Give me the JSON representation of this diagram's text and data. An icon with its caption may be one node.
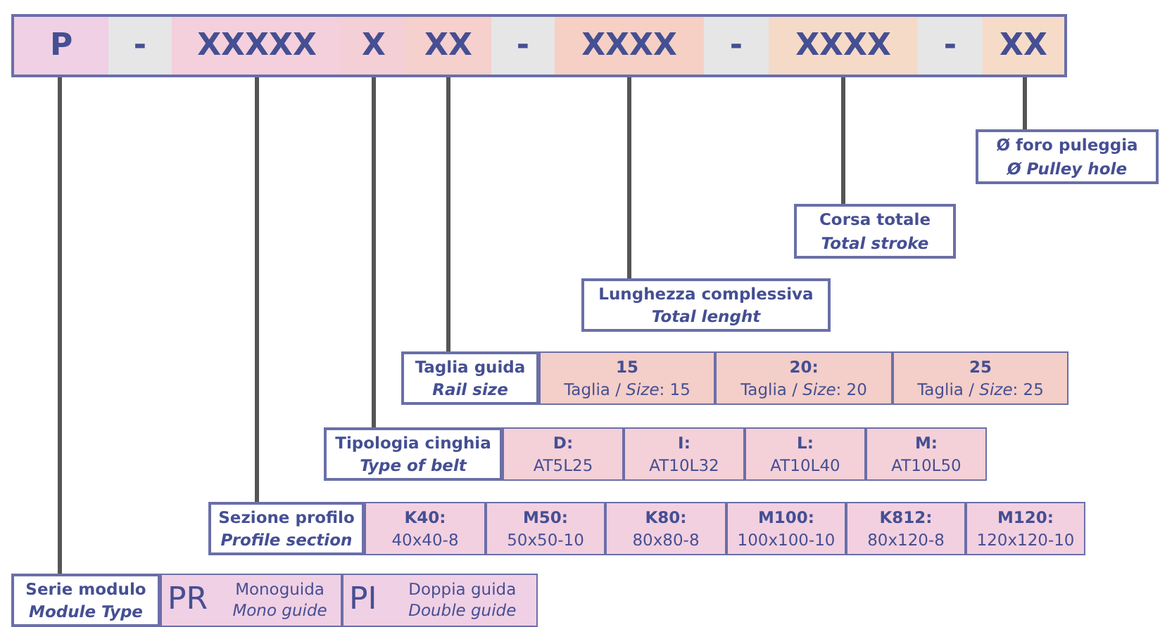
{
  "diagram": {
    "nodes": [
      {
        "text": [
          "P"
        ]
      },
      {
        "text": [
          "-"
        ]
      },
      {
        "text": [
          "XXXXX"
        ]
      },
      {
        "text": [
          "X"
        ]
      },
      {
        "text": [
          "XX"
        ]
      },
      {
        "text": [
          "-"
        ]
      },
      {
        "text": [
          "XXXX"
        ]
      },
      {
        "text": [
          "-"
        ]
      },
      {
        "text": [
          "XXXX"
        ]
      },
      {
        "text": [
          "-"
        ]
      },
      {
        "text": [
          "XX"
        ]
      },
      {
        "text": [
          "Ø foro puleggia",
          "Ø Pulley hole"
        ]
      },
      {
        "text": [
          "Corsa totale",
          "Total stroke"
        ]
      },
      {
        "text": [
          "Lunghezza complessiva",
          "Total lenght"
        ]
      },
      {
        "text": [
          "Taglia guida",
          "Rail size"
        ]
      },
      {
        "text": [
          "15",
          "Taglia / *Size*: 15"
        ]
      },
      {
        "text": [
          "20:",
          "Taglia / *Size*: 20"
        ]
      },
      {
        "text": [
          "25",
          "Taglia / *Size*: 25"
        ]
      },
      {
        "text": [
          "Tipologia cinghia",
          "Type of belt"
        ]
      },
      {
        "text": [
          "D:",
          "AT5L25"
        ]
      },
      {
        "text": [
          "I:",
          "AT10L32"
        ]
      },
      {
        "text": [
          "L:",
          "AT10L40"
        ]
      },
      {
        "text": [
          "M:",
          "AT10L50"
        ]
      },
      {
        "text": [
          "Sezione profilo",
          "Profile section"
        ]
      },
      {
        "text": [
          "K40:",
          "40x40-8"
        ]
      },
      {
        "text": [
          "M50:",
          "50x50-10"
        ]
      },
      {
        "text": [
          "K80:",
          "80x80-8"
        ]
      },
      {
        "text": [
          "M100:",
          "100x100-10"
        ]
      },
      {
        "text": [
          "K812:",
          "80x120-8"
        ]
      },
      {
        "text": [
          "M120:",
          "120x120-10"
        ]
      },
      {
        "text": [
          "Serie modulo",
          "Module Type"
        ]
      },
      {
        "text": [
          "PR",
          "Monoguida",
          "Mono guide"
        ]
      },
      {
        "text": [
          "PI",
          "Doppia guida",
          "Double guide"
        ]
      }
    ],
    "edges": [
      {
        "from": 10,
        "to": 11,
        "arrow": "none"
      },
      {
        "from": 8,
        "to": 12,
        "arrow": "none"
      },
      {
        "from": 6,
        "to": 13,
        "arrow": "none"
      },
      {
        "from": 4,
        "to": 14,
        "arrow": "none"
      },
      {
        "from": 3,
        "to": 18,
        "arrow": "none"
      },
      {
        "from": 2,
        "to": 23,
        "arrow": "none"
      },
      {
        "from": 0,
        "to": 30,
        "arrow": "none"
      }
    ]
  }
}
